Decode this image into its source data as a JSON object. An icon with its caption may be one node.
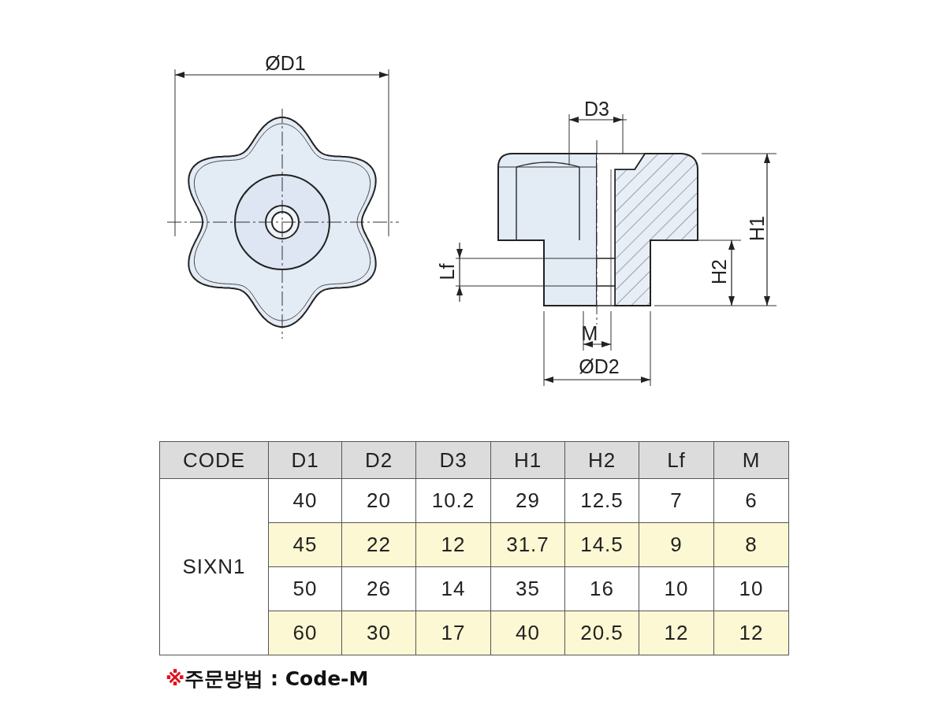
{
  "diagram": {
    "labels": [
      "ØD1",
      "D3",
      "H1",
      "Lf",
      "H2",
      "M",
      "ØD2",
      "CODE",
      "D1",
      "D2",
      "D3",
      "H1",
      "H2",
      "Lf",
      "M",
      "SIXN1",
      "40",
      "20",
      "10.2",
      "29",
      "12.5",
      "7",
      "6",
      "45",
      "22",
      "12",
      "31.7",
      "14.5",
      "9",
      "8",
      "50",
      "26",
      "14",
      "35",
      "16",
      "10",
      "10",
      "60",
      "30",
      "17",
      "40",
      "20.5",
      "12",
      "12",
      "※주문방법 : Code-M"
    ]
  }
}
